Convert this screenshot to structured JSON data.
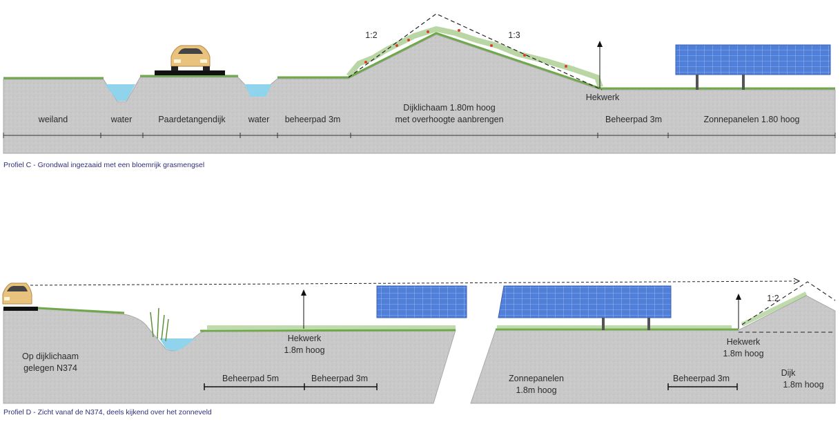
{
  "colors": {
    "ground": "#c7c7c7",
    "ground_edge": "#a9a9a9",
    "grass": "#6fa84a",
    "water": "#8fd3ec",
    "panel": "#4f7fd8",
    "caption": "#2f2f7a",
    "flower": "#d8402c"
  },
  "profile_c": {
    "caption": "Profiel C - Grondwal ingezaaid met een bloemrijk grasmengsel",
    "labels": {
      "weiland": "weiland",
      "water1": "water",
      "paardetangendijk": "Paardetangendijk",
      "water2": "water",
      "beheerpad": "beheerpad 3m",
      "dijklichaam_1": "Dijklichaam 1.80m hoog",
      "dijklichaam_2": "met overhoogte aanbrengen",
      "beheerpad2": "Beheerpad 3m",
      "zonnepanelen": "Zonnepanelen 1.80 hoog",
      "hekwerk": "Hekwerk",
      "slope_left": "1:2",
      "slope_right": "1:3"
    },
    "icons": [
      "car-icon",
      "solar-panel-icon",
      "fence-arrow-icon"
    ]
  },
  "profile_d": {
    "caption": "Profiel D - Zicht vanaf de N374, deels kijkend over het zonneveld",
    "labels": {
      "op_dijk_1": "Op dijklichaam",
      "op_dijk_2": "gelegen N374",
      "hekwerk1_1": "Hekwerk",
      "hekwerk1_2": "1.8m hoog",
      "beheerpad5": "Beheerpad 5m",
      "beheerpad3a": "Beheerpad 3m",
      "zonnepanelen_1": "Zonnepanelen",
      "zonnepanelen_2": "1.8m hoog",
      "beheerpad3b": "Beheerpad 3m",
      "hekwerk2_1": "Hekwerk",
      "hekwerk2_2": "1.8m hoog",
      "dijk_1": "Dijk",
      "dijk_2": "1.8m hoog",
      "slope": "1:2"
    },
    "icons": [
      "car-icon",
      "solar-panel-icon",
      "sight-line-arrow-icon"
    ]
  }
}
